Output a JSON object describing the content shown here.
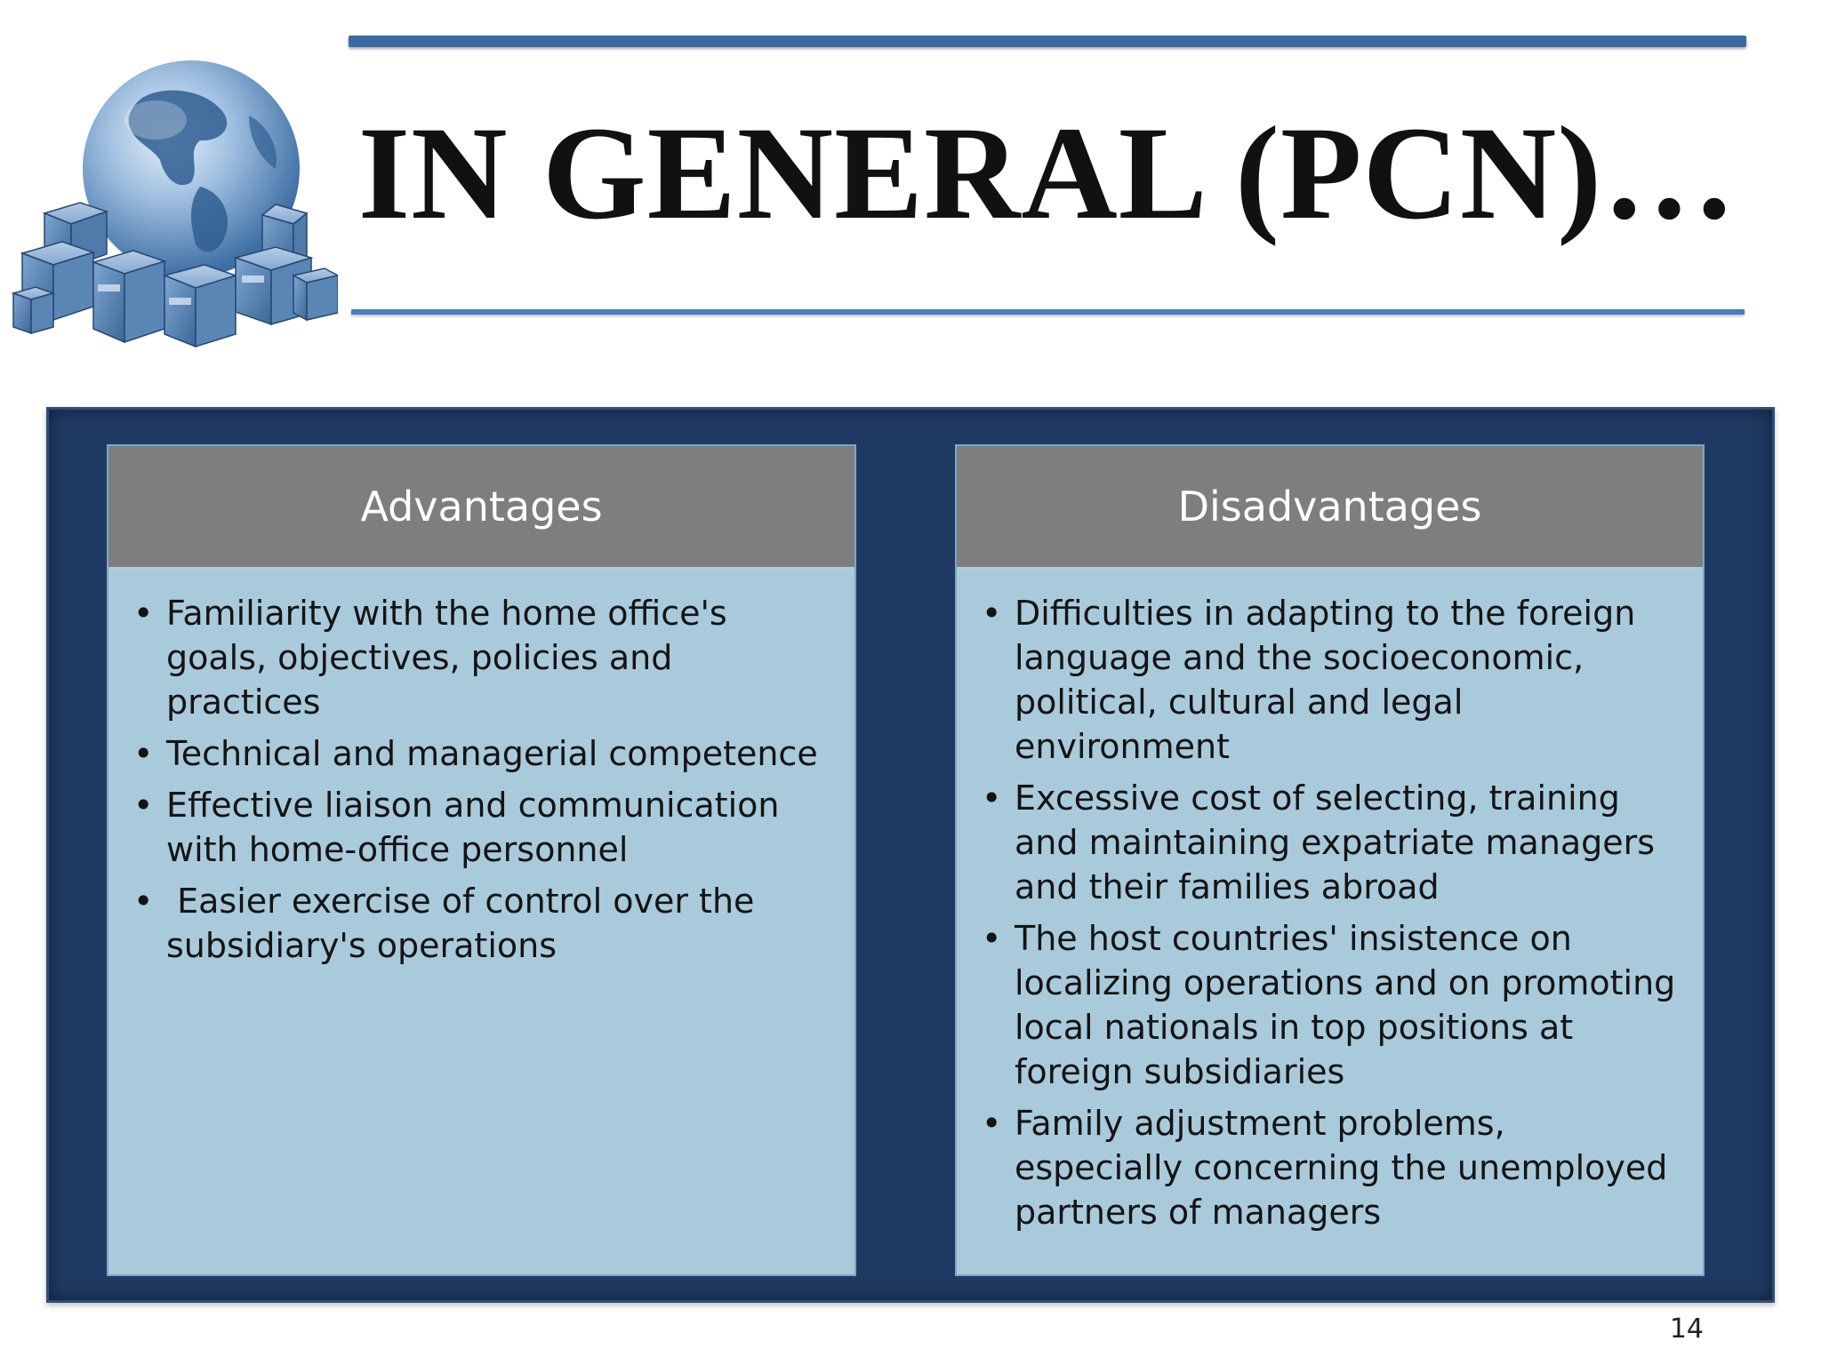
{
  "slide": {
    "title": "IN GENERAL (PCN)…",
    "page_number": "14"
  },
  "advantages": {
    "header": "Advantages",
    "items": [
      "Familiarity with the home office's goals, objectives, policies and practices",
      "Technical and managerial competence",
      "Effective liaison and communication with home-office personnel",
      " Easier exercise of control over the subsidiary's operations"
    ]
  },
  "disadvantages": {
    "header": "Disadvantages",
    "items": [
      "Difficulties in adapting to the foreign language and the socioeconomic, political, cultural and legal environment",
      "Excessive cost of selecting, training and maintaining expatriate managers and their families abroad",
      "The host countries' insistence on localizing operations and on promoting local nationals in top positions at foreign subsidiaries",
      "Family adjustment problems, especially concerning the unemployed partners of managers"
    ]
  },
  "colors": {
    "panel_background": "#1f3a62",
    "column_background": "#a9cadb",
    "header_background": "#7f7e7e",
    "rule_color": "#3b6aa4"
  },
  "icons": {
    "logo": "globe-with-boxes-icon",
    "bullet": "•"
  }
}
